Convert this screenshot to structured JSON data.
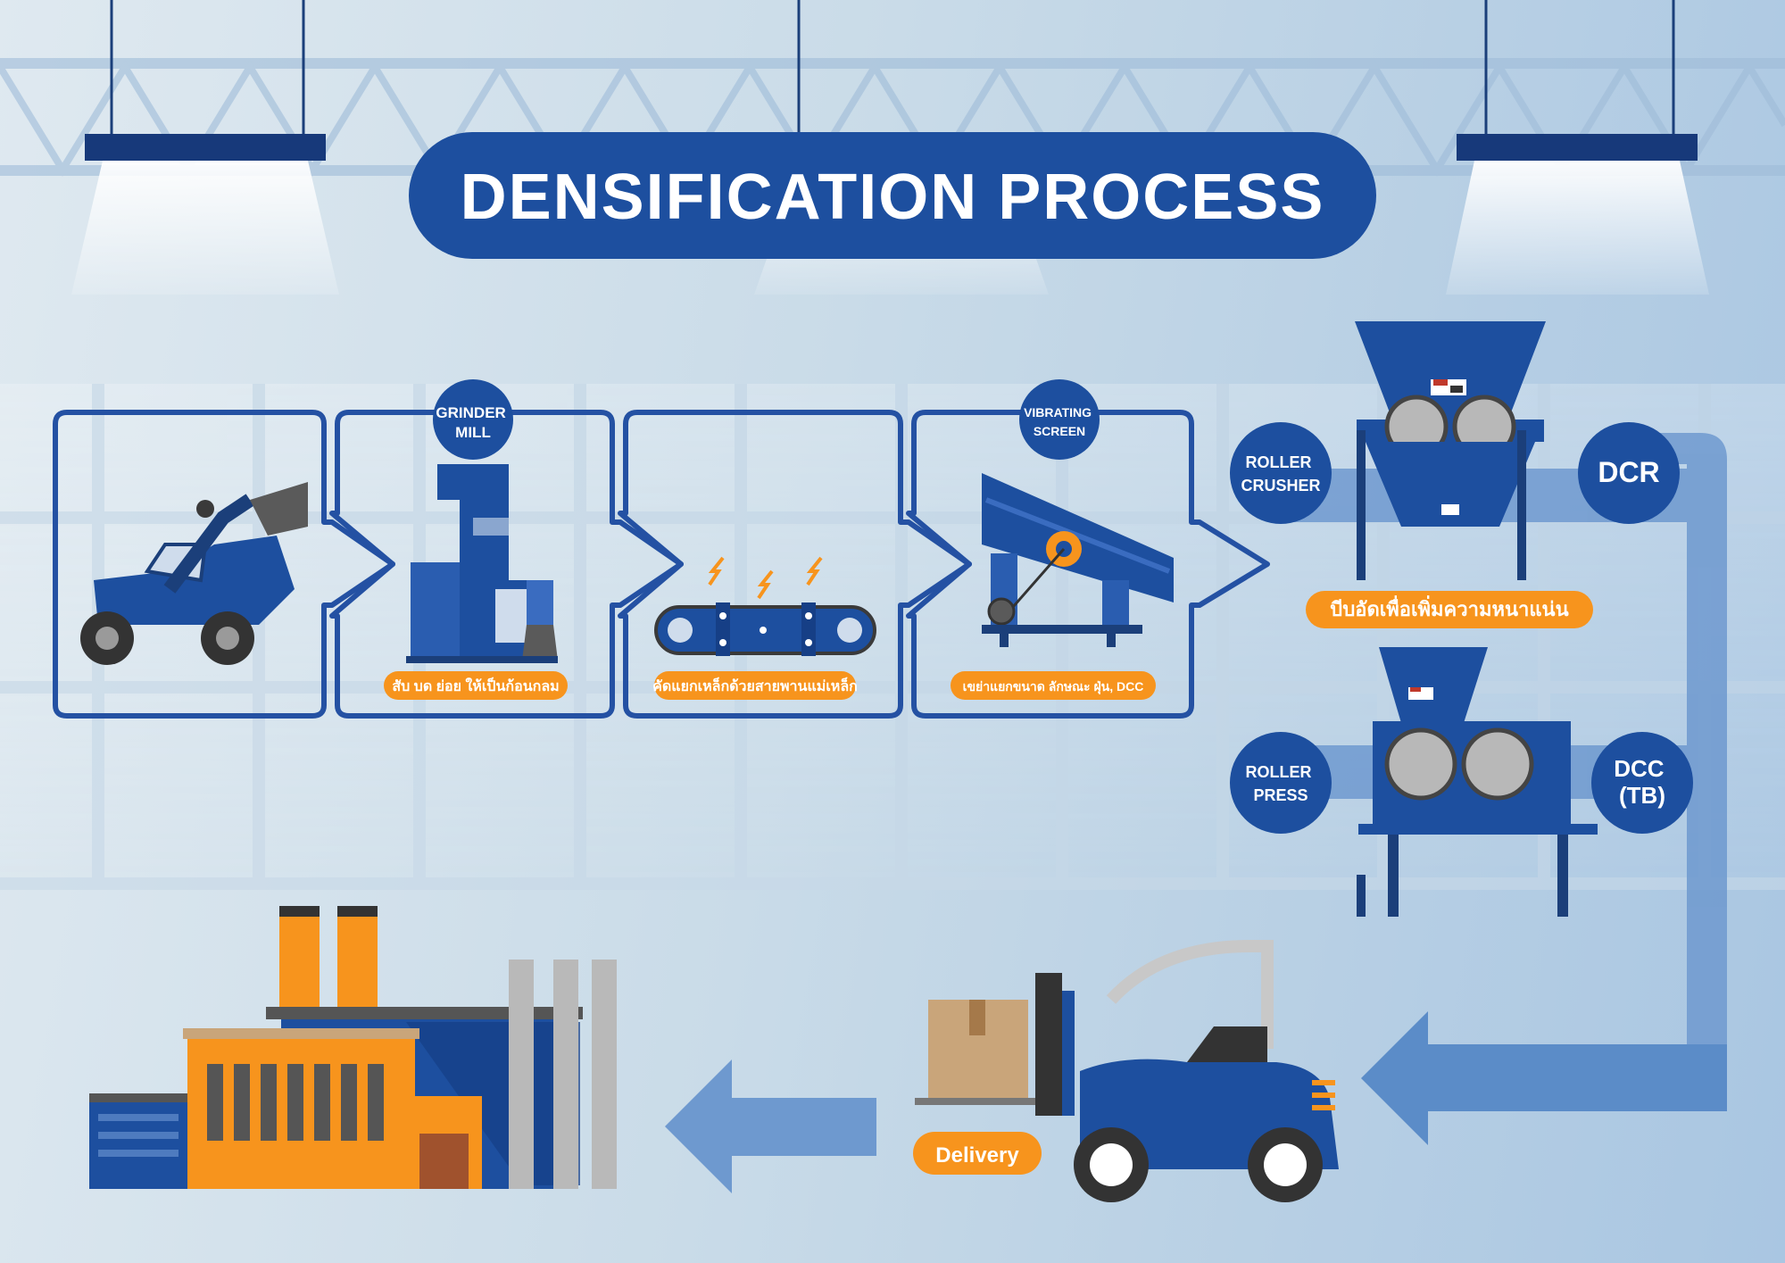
{
  "title": "DENSIFICATION PROCESS",
  "steps": [
    {
      "badge": [],
      "caption": ""
    },
    {
      "badge": [
        "GRINDER",
        "MILL"
      ],
      "caption": "สับ บด ย่อย ให้เป็นก้อนกลม"
    },
    {
      "badge": [],
      "caption": "คัดแยกเหล็กด้วยสายพานแม่เหล็ก"
    },
    {
      "badge": [
        "VIBRATING",
        "SCREEN"
      ],
      "caption": "เขย่าแยกขนาด ลักษณะ ฝุ่น, DCC"
    }
  ],
  "machines": {
    "crusher": {
      "label": [
        "ROLLER",
        "CRUSHER"
      ],
      "code": "DCR"
    },
    "press_caption": "บีบอัดเพื่อเพิ่มความหนาแน่น",
    "press": {
      "label": [
        "ROLLER",
        "PRESS"
      ],
      "code": [
        "DCC",
        "(TB)"
      ]
    }
  },
  "delivery": "Delivery",
  "colors": {
    "navy": "#1d4f9f",
    "orange": "#f7941d",
    "arrow_blue": "#5b8cc8",
    "outline": "#2451a3"
  }
}
